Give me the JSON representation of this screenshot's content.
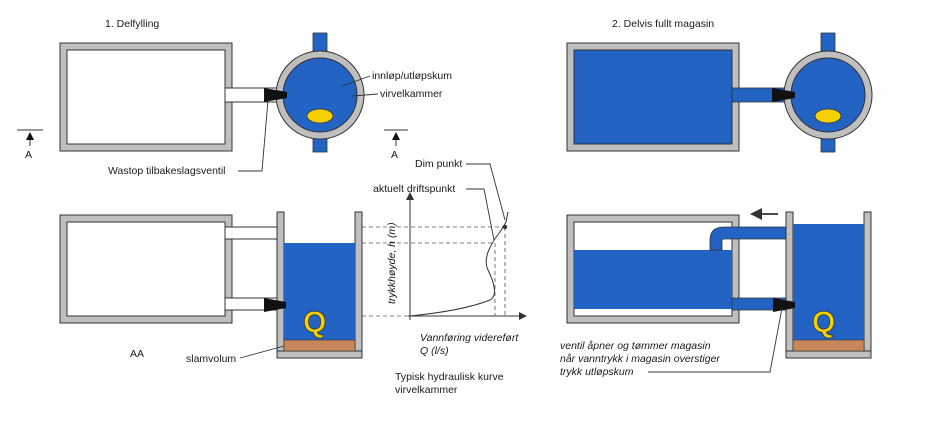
{
  "titles": {
    "left": "1. Delfylling",
    "right": "2. Delvis fullt magasin"
  },
  "labels": {
    "inlet": "innløp/utløpskum",
    "vortex_chamber": "virvelkammer",
    "wastop": "Wastop tilbakeslagsventil",
    "section_a1": "A",
    "section_a2": "A",
    "section_aa": "AA",
    "sludge": "slamvolum",
    "dim_point": "Dim punkt",
    "operating_point": "aktuelt driftspunkt",
    "y_axis": "trykkhøyde, h (m)",
    "x_axis_line1": "Vannføring videreført",
    "x_axis_line2": "Q (l/s)",
    "curve_caption_line1": "Typisk hydraulisk kurve",
    "curve_caption_line2": "virvelkammer",
    "valve_note_line1": "ventil åpner og tømmer magasin",
    "valve_note_line2": "når vanntrykk i magasin overstiger",
    "valve_note_line3": "trykk utløpskum",
    "q_symbol_1": "Q",
    "q_symbol_2": "Q"
  },
  "colors": {
    "water": "#2263c4",
    "wall": "#bfbfbf",
    "sludge": "#c8875a",
    "vortex_outlet": "#f5d000",
    "valve": "#111111"
  }
}
